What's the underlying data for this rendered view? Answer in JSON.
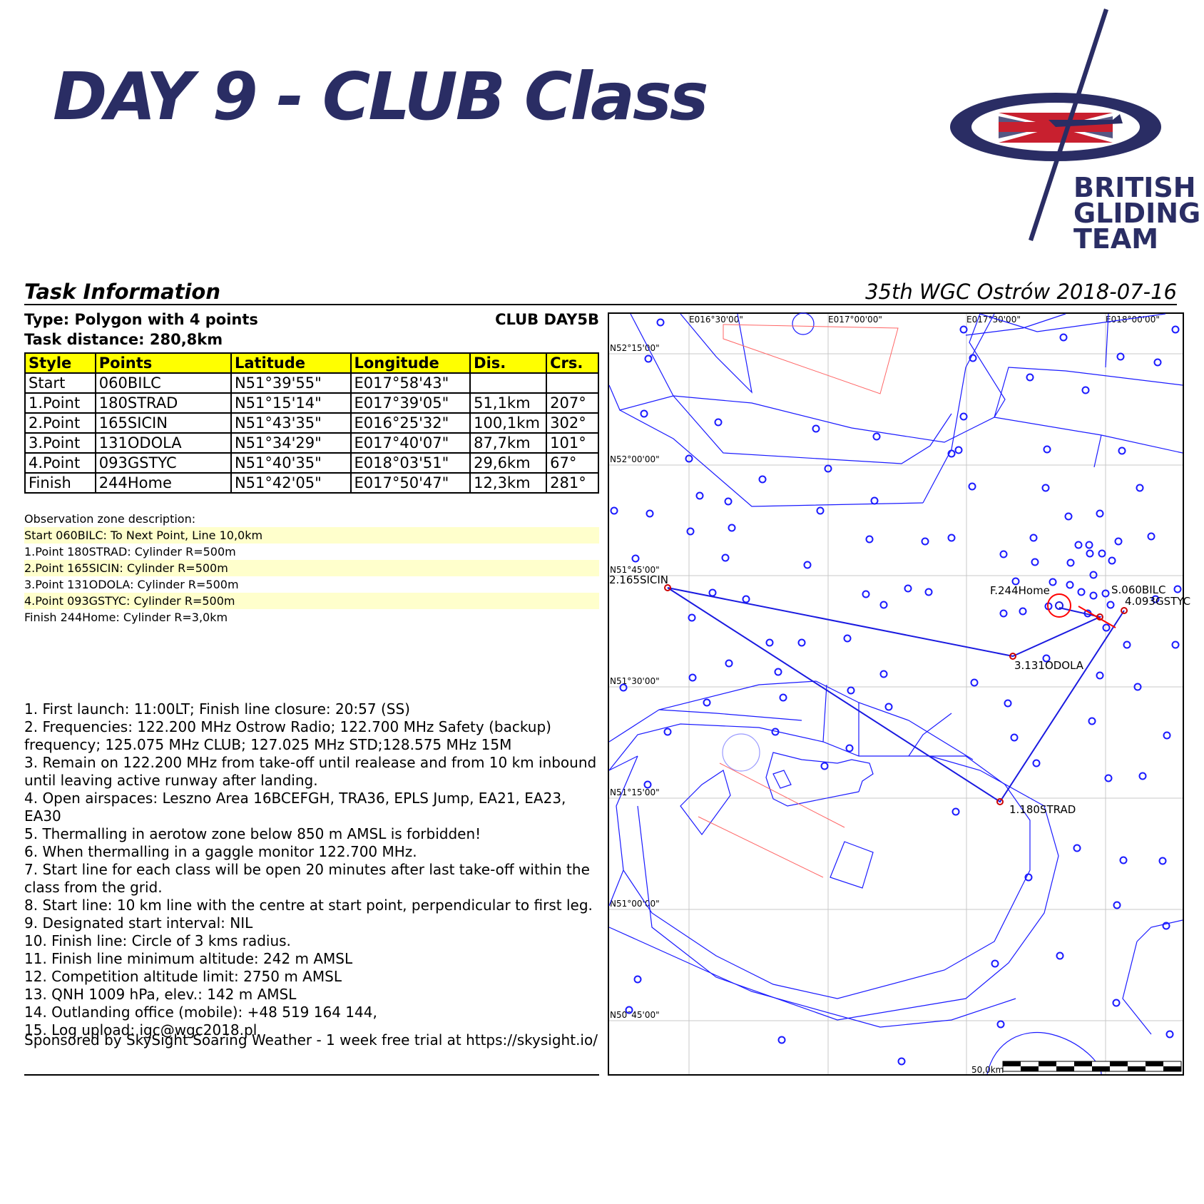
{
  "header": {
    "title": "DAY 9 - CLUB Class",
    "logo_text": [
      "BRITISH",
      "GLIDING",
      "TEAM"
    ]
  },
  "section": {
    "title": "Task Information",
    "event": "35th WGC Ostrów 2018-07-16"
  },
  "task": {
    "type": "Type: Polygon with 4 points",
    "distance": "Task distance: 280,8km",
    "name": "CLUB DAY5B",
    "columns": [
      "Style",
      "Points",
      "Latitude",
      "Longitude",
      "Dis.",
      "Crs."
    ],
    "rows": [
      [
        "Start",
        "060BILC",
        "N51°39'55\"",
        "E017°58'43\"",
        "",
        ""
      ],
      [
        "1.Point",
        "180STRAD",
        "N51°15'14\"",
        "E017°39'05\"",
        "51,1km",
        "207°"
      ],
      [
        "2.Point",
        "165SICIN",
        "N51°43'35\"",
        "E016°25'32\"",
        "100,1km",
        "302°"
      ],
      [
        "3.Point",
        "131ODOLA",
        "N51°34'29\"",
        "E017°40'07\"",
        "87,7km",
        "101°"
      ],
      [
        "4.Point",
        "093GSTYC",
        "N51°40'35\"",
        "E018°03'51\"",
        "29,6km",
        "67°"
      ],
      [
        "Finish",
        "244Home",
        "N51°42'05\"",
        "E017°50'47\"",
        "12,3km",
        "281°"
      ]
    ]
  },
  "observation_zones": {
    "heading": "Observation zone description:",
    "lines": [
      "Start 060BILC: To Next Point, Line 10,0km",
      "1.Point 180STRAD: Cylinder R=500m",
      "2.Point 165SICIN: Cylinder R=500m",
      "3.Point 131ODOLA: Cylinder R=500m",
      "4.Point 093GSTYC: Cylinder R=500m",
      "Finish 244Home: Cylinder R=3,0km"
    ]
  },
  "rules": [
    "1. First launch: 11:00LT; Finish line closure: 20:57 (SS)",
    "2. Frequencies: 122.200 MHz Ostrow Radio; 122.700 MHz Safety (backup) frequency; 125.075 MHz CLUB; 127.025 MHz STD;128.575 MHz 15M",
    "3. Remain on 122.200 MHz from take-off until realease and from 10 km inbound until leaving active runway after landing.",
    "4. Open airspaces: Leszno Area 16BCEFGH, TRA36, EPLS Jump, EA21, EA23, EA30",
    "5. Thermalling in aerotow zone below 850 m AMSL is forbidden!",
    "6. When thermalling in a gaggle monitor 122.700 MHz.",
    "7. Start line for each class will be open 20 minutes after last take-off within the class from the grid.",
    "8. Start line: 10 km line with the centre at start point, perpendicular to first leg.",
    "9. Designated start interval: NIL",
    "10. Finish line: Circle of 3 kms radius.",
    "11. Finish line minimum altitude: 242 m AMSL",
    "12. Competition altitude limit: 2750 m AMSL",
    "13. QNH 1009 hPa, elev.: 142 m AMSL",
    "14. Outlanding office (mobile): +48 519 164 144,",
    "15. Log upload: igc@wgc2018.pl"
  ],
  "sponsor": "Sponsored by SkySight Soaring Weather - 1 week free trial at https://skysight.io/",
  "map": {
    "lon_labels": [
      "E016°30'00\"",
      "E017°00'00\"",
      "E017°30'00\"",
      "E018°00'00\""
    ],
    "lat_labels": [
      "N52°15'00\"",
      "N52°00'00\"",
      "N51°45'00\"",
      "N51°30'00\"",
      "N51°15'00\"",
      "N51°00'00\"",
      "N50°45'00\""
    ],
    "turnpoint_labels": {
      "start": "S.060BILC",
      "p1": "1.180STRAD",
      "p2": "2.165SICIN",
      "p3": "3.131ODOLA",
      "p4": "4.093GSTYC",
      "finish": "F.244Home"
    },
    "scale": "50,0km",
    "colors": {
      "airspace": "#1a1aff",
      "task": "#1a1ae0",
      "zone": "#ff0000",
      "grid": "#c8c8c8"
    }
  }
}
